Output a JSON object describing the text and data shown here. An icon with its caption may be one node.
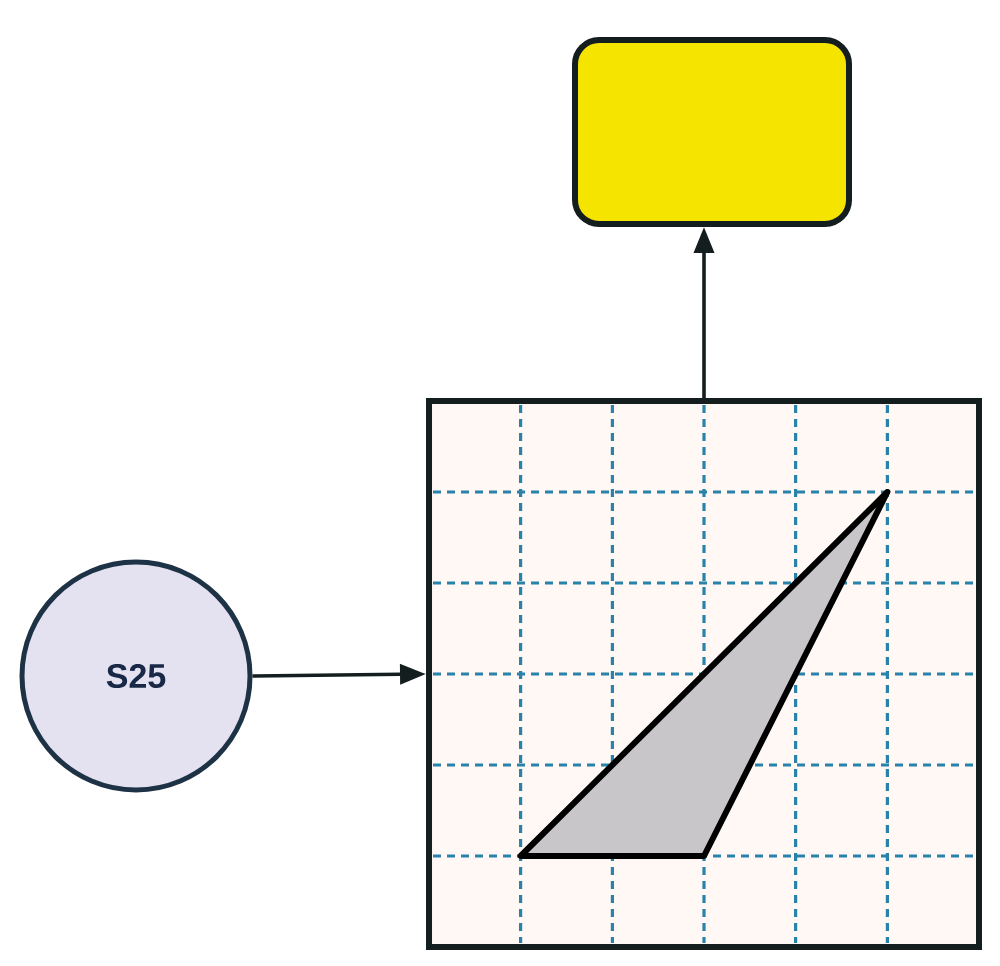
{
  "diagram": {
    "nodes": [
      {
        "text": [
          "S25"
        ]
      },
      {
        "text": [],
        "shape": "picture"
      },
      {
        "text": [],
        "shape": "box"
      }
    ],
    "edges": [
      {
        "from": 0,
        "to": 1,
        "arrow": "to"
      },
      {
        "from": 1,
        "to": 2,
        "arrow": "to"
      }
    ]
  }
}
